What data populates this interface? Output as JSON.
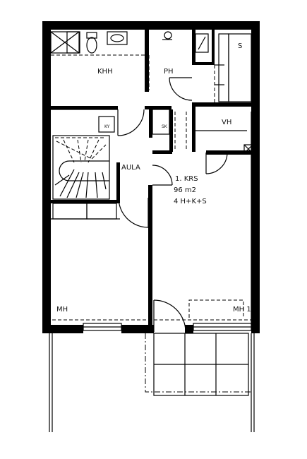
{
  "rooms": {
    "khh": "KHH",
    "ph": "PH",
    "s": "S",
    "vh": "VH",
    "aula": "AULA",
    "mh_left": "MH",
    "mh_right": "MH 1",
    "ky": "KY",
    "sk": "SK"
  },
  "floor_info": {
    "floor": "1. KRS",
    "area": "96 m2",
    "rooms": "4 H+K+S"
  },
  "colors": {
    "wall": "#000000",
    "background": "#ffffff"
  }
}
